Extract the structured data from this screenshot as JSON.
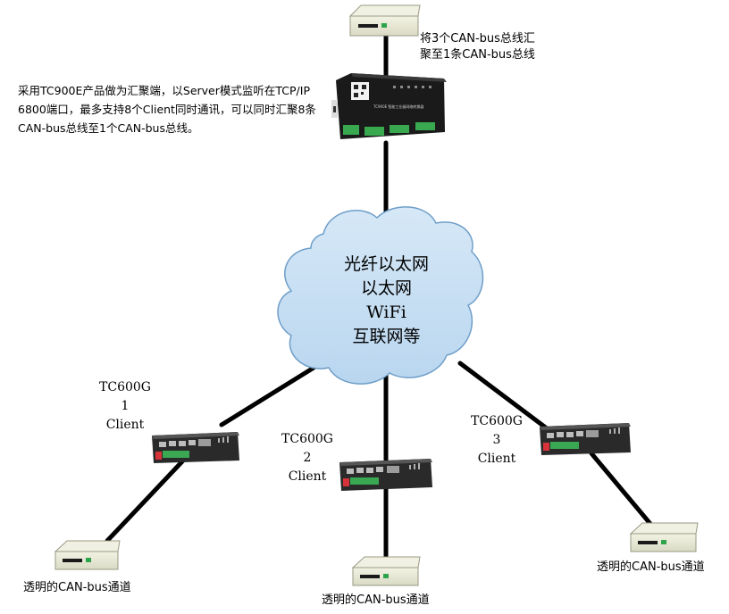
{
  "top_device": {
    "note_line1": "将3个CAN-bus总线汇",
    "note_line2": "聚至1条CAN-bus总线"
  },
  "server": {
    "description": "采用TC900E产品做为汇聚端，以Server模式监听在TCP/IP 6800端口，最多支持8个Client同时通讯，可以同时汇聚8条CAN-bus总线至1个CAN-bus总线。",
    "panel_label": "TC900E  智能工业级网络转换器"
  },
  "cloud": {
    "line1": "光纤以太网",
    "line2": "以太网",
    "line3": "WiFi",
    "line4": "互联网等"
  },
  "clients": [
    {
      "model": "TC600G",
      "index": "1",
      "role": "Client",
      "channel": "透明的CAN-bus通道"
    },
    {
      "model": "TC600G",
      "index": "2",
      "role": "Client",
      "channel": "透明的CAN-bus通道"
    },
    {
      "model": "TC600G",
      "index": "3",
      "role": "Client",
      "channel": "透明的CAN-bus通道"
    }
  ],
  "colors": {
    "cloud_fill": "#c5def2",
    "cloud_stroke": "#7ea9cf",
    "link": "#000000",
    "terminal_body": "#e7e8d2",
    "device_dark": "#1e1e1e",
    "terminal_green": "#2ea44a"
  }
}
